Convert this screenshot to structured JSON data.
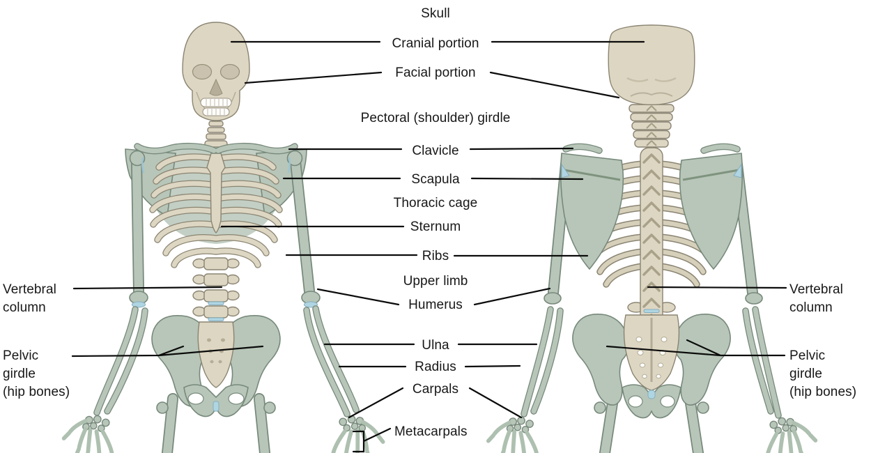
{
  "diagram": {
    "type": "anatomical-diagram",
    "subject": "Human skeleton, axial and appendicular divisions, anterior and posterior views",
    "labels": {
      "skull": "Skull",
      "cranial_portion": "Cranial portion",
      "facial_portion": "Facial portion",
      "pectoral_girdle": "Pectoral (shoulder) girdle",
      "clavicle": "Clavicle",
      "scapula": "Scapula",
      "thoracic_cage": "Thoracic cage",
      "sternum": "Sternum",
      "ribs": "Ribs",
      "upper_limb": "Upper limb",
      "humerus": "Humerus",
      "ulna": "Ulna",
      "radius": "Radius",
      "carpals": "Carpals",
      "metacarpals": "Metacarpals",
      "vertebral_line1": "Vertebral",
      "vertebral_line2": "column",
      "pelvic_line1": "Pelvic",
      "pelvic_line2": "girdle",
      "pelvic_line3": "(hip bones)"
    },
    "colors": {
      "bone": "#ddd6c2",
      "bone_outline": "#8a8472",
      "appendicular_green": "#b7c6b8",
      "green_outline": "#77897b",
      "cartilage_blue": "#b0d5e2",
      "leader_line": "#0b0b0b",
      "background": "#ffffff"
    }
  }
}
